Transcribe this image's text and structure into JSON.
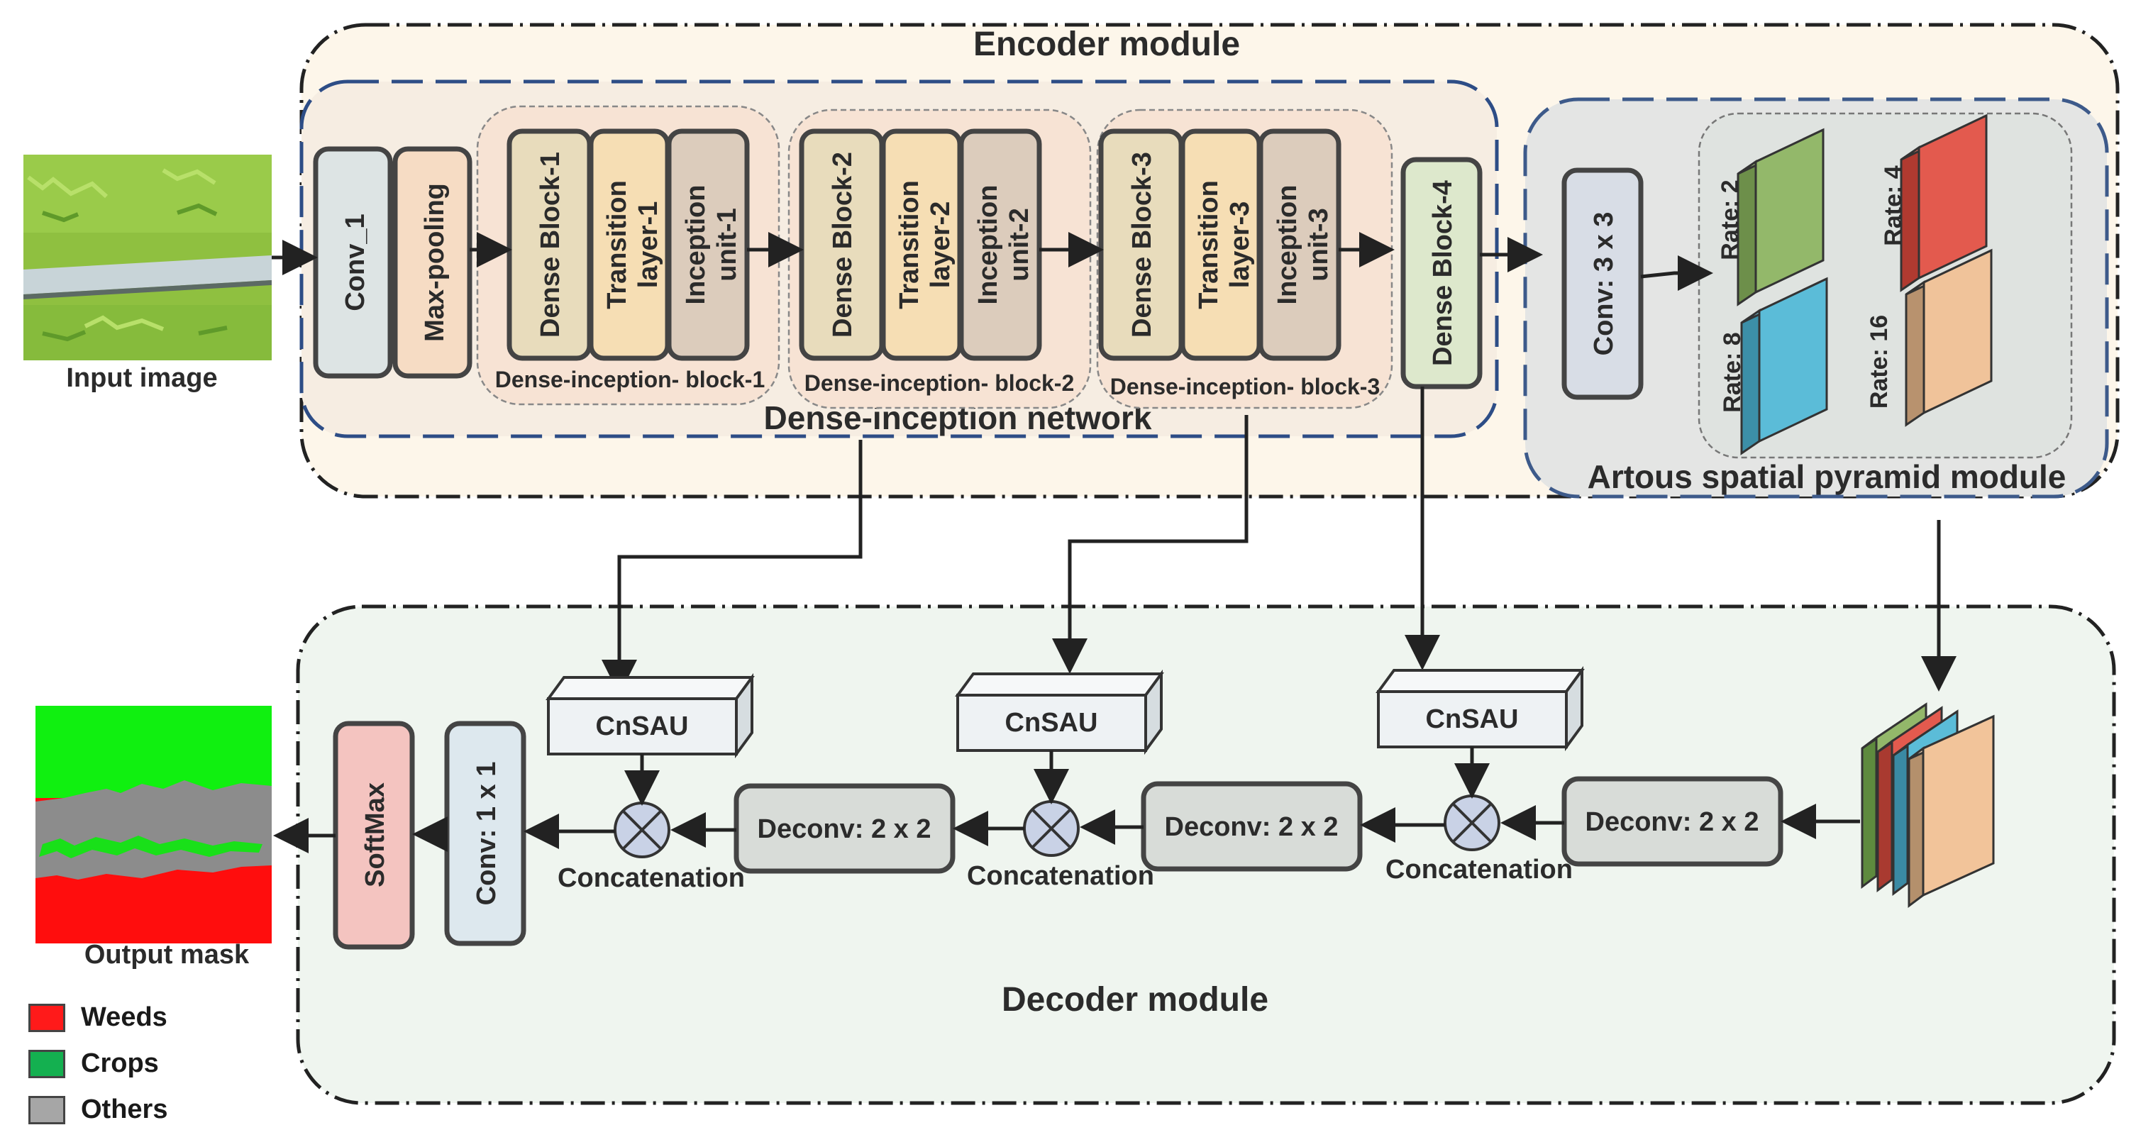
{
  "encoder": {
    "title": "Encoder module",
    "input_label": "Input image",
    "conv1": "Conv_1",
    "maxpool": "Max-pooling",
    "dense_network_label": "Dense-inception network",
    "blocks": [
      {
        "dense": "Dense Block-1",
        "transition": [
          "Transition",
          "layer-1"
        ],
        "inception": [
          "Inception",
          "unit-1"
        ],
        "caption": "Dense-inception- block-1"
      },
      {
        "dense": "Dense Block-2",
        "transition": [
          "Transition",
          "layer-2"
        ],
        "inception": [
          "Inception",
          "unit-2"
        ],
        "caption": "Dense-inception- block-2"
      },
      {
        "dense": "Dense Block-3",
        "transition": [
          "Transition",
          "layer-3"
        ],
        "inception": [
          "Inception",
          "unit-3"
        ],
        "caption": "Dense-inception- block-3"
      }
    ],
    "dense4": "Dense Block-4"
  },
  "aspp": {
    "label": "Artous spatial pyramid module",
    "conv": "Conv: 3 x 3",
    "rates": [
      {
        "label": "Rate: 2",
        "color": "#93b86a"
      },
      {
        "label": "Rate: 4",
        "color": "#e35a4e"
      },
      {
        "label": "Rate: 8",
        "color": "#5bbcd8"
      },
      {
        "label": "Rate: 16",
        "color": "#f0c39a"
      }
    ]
  },
  "decoder": {
    "title": "Decoder module",
    "cnsau": [
      "CnSAU",
      "CnSAU",
      "CnSAU"
    ],
    "deconv": [
      "Deconv: 2 x 2",
      "Deconv: 2 x 2",
      "Deconv: 2 x 2"
    ],
    "concat": [
      "Concatenation",
      "Concatenation",
      "Concatenation"
    ],
    "conv1x1": "Conv: 1 x 1",
    "softmax": "SoftMax",
    "output_label": "Output mask"
  },
  "legend": [
    {
      "label": "Weeds",
      "color": "#ff1a1a"
    },
    {
      "label": "Crops",
      "color": "#14b050"
    },
    {
      "label": "Others",
      "color": "#a6a6a6"
    }
  ],
  "colors": {
    "conv": "#dde4e4",
    "maxpool": "#f6dcc4",
    "dense": "#e8dcbc",
    "transition": "#f6deb4",
    "inception": "#dcccbc",
    "dense4": "#dde8cc",
    "cnsau": "#eef2f4",
    "deconv": "#d8dcd8",
    "conv1x1": "#dde8ee",
    "softmax": "#f4c4c0"
  }
}
